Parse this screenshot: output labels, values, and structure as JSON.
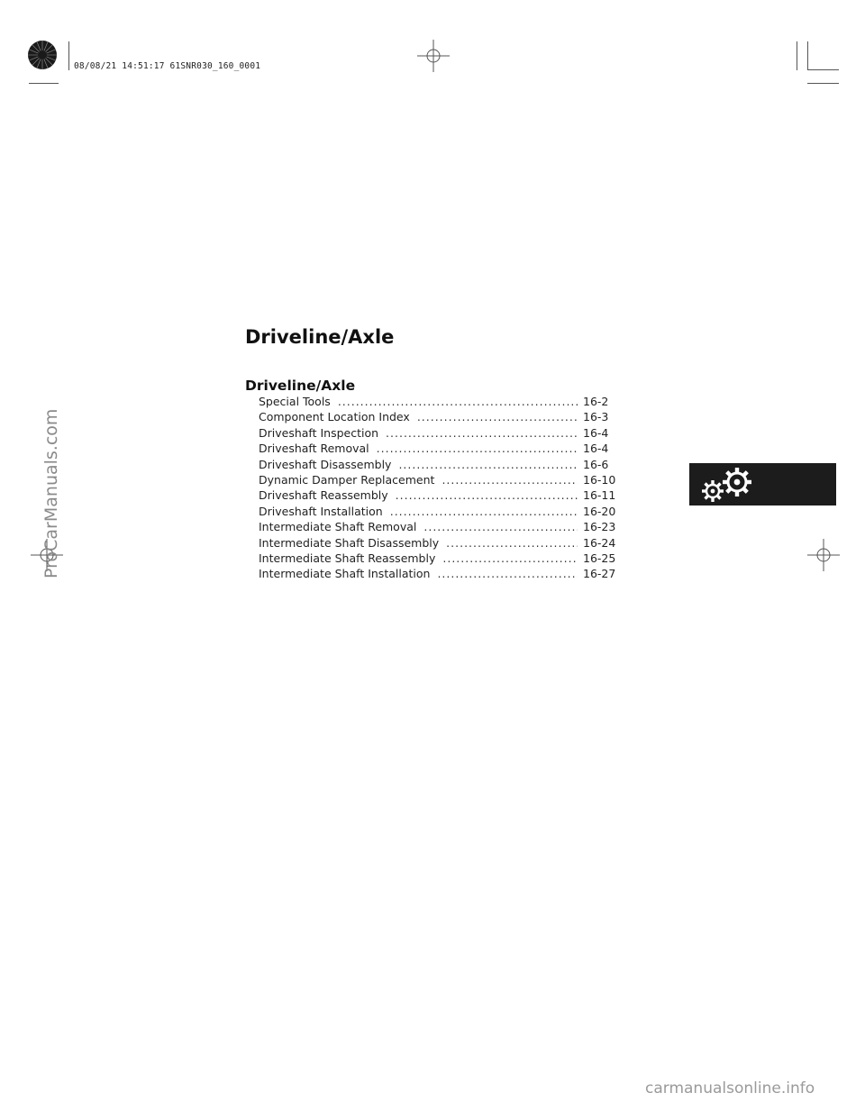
{
  "print_stamp": "08/08/21 14:51:17 61SNR030_160_0001",
  "side_watermark": "ProCarManuals.com",
  "section_title": "Driveline/Axle",
  "toc": {
    "heading": "Driveline/Axle",
    "entries": [
      {
        "label": "Special Tools",
        "page": "16-2"
      },
      {
        "label": "Component Location Index",
        "page": "16-3"
      },
      {
        "label": "Driveshaft Inspection",
        "page": "16-4"
      },
      {
        "label": "Driveshaft Removal",
        "page": "16-4"
      },
      {
        "label": "Driveshaft Disassembly",
        "page": "16-6"
      },
      {
        "label": "Dynamic Damper Replacement",
        "page": "16-10"
      },
      {
        "label": "Driveshaft Reassembly",
        "page": "16-11"
      },
      {
        "label": "Driveshaft Installation",
        "page": "16-20"
      },
      {
        "label": "Intermediate Shaft Removal",
        "page": "16-23"
      },
      {
        "label": "Intermediate Shaft Disassembly",
        "page": "16-24"
      },
      {
        "label": "Intermediate Shaft Reassembly",
        "page": "16-25"
      },
      {
        "label": "Intermediate Shaft Installation",
        "page": "16-27"
      }
    ]
  },
  "tab_icon": "gears-icon",
  "footer_watermark": "carmanualsonline.info"
}
